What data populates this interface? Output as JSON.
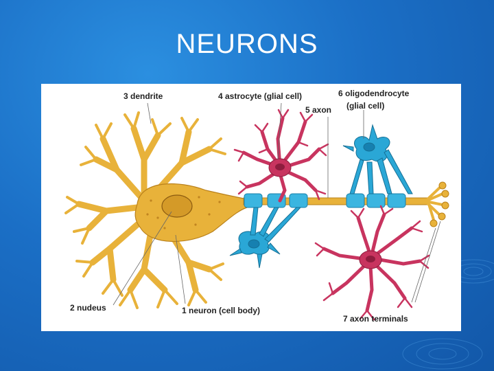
{
  "slide": {
    "title": "NEURONS"
  },
  "diagram": {
    "labels": {
      "dendrite": "3 dendrite",
      "astrocyte": "4 astrocyte (glial cell)",
      "axon": "5 axon",
      "oligo_line1": "6 oligodendrocyte",
      "oligo_line2": "(glial cell)",
      "nucleus": "2 nudeus",
      "neuron": "1 neuron (cell body)",
      "terminals": "7 axon terminals"
    },
    "colors": {
      "neuron": "#e8b23a",
      "neuron_outline": "#b9801a",
      "astrocyte": "#c8345f",
      "oligodendrocyte": "#2aa7d6",
      "myelin": "#3bb5e0",
      "background": "#1b6fc6"
    },
    "icons": [
      "neuron-cell",
      "astrocyte-cell",
      "oligodendrocyte-cell",
      "axon-terminal"
    ]
  }
}
